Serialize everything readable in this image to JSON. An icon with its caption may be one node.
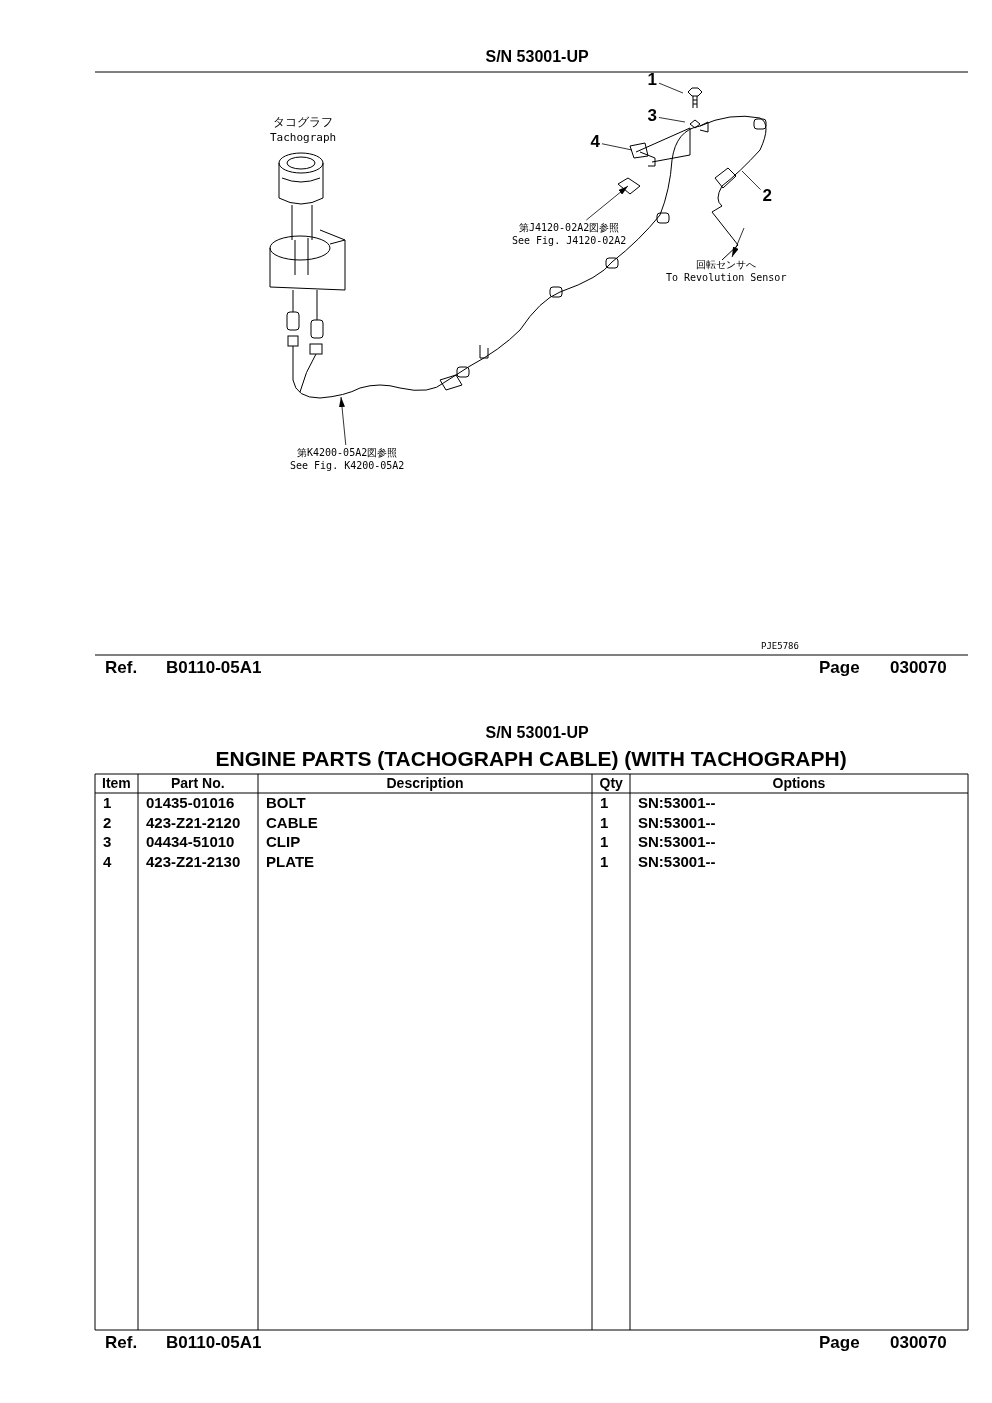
{
  "diagram": {
    "nodes": [
      {
        "text": [
          "1"
        ]
      },
      {
        "text": [
          "3"
        ]
      },
      {
        "text": [
          "4"
        ]
      },
      {
        "text": [
          "2"
        ]
      },
      {
        "text": [
          "第J4120-02A2図参照",
          "See Fig. J4120-02A2"
        ]
      },
      {
        "text": [
          "回転センサへ",
          "To Revolution Sensor"
        ]
      },
      {
        "text": [
          "第K4200-05A2図参照",
          "See Fig. K4200-05A2"
        ]
      }
    ],
    "edges": [
      {
        "from": 0,
        "to": null,
        "arrow": "none"
      },
      {
        "from": 1,
        "to": null,
        "arrow": "none"
      },
      {
        "from": 2,
        "to": null,
        "arrow": "none"
      },
      {
        "from": 3,
        "to": null,
        "arrow": "none"
      },
      {
        "from": 4,
        "to": null,
        "arrow": "to"
      },
      {
        "from": null,
        "to": 5,
        "arrow": "to"
      },
      {
        "from": 6,
        "to": null,
        "arrow": "to"
      }
    ],
    "labels": [
      "S/N 53001-UP",
      "タコグラフ",
      "Tachograph",
      "PJE5786",
      "Ref.",
      "B0110-05A1",
      "Page",
      "030070",
      "S/N 53001-UP",
      "ENGINE PARTS (TACHOGRAPH CABLE) (WITH TACHOGRAPH)",
      "Item",
      "Part No.",
      "Description",
      "Qty",
      "Options",
      "1",
      "01435-01016",
      "BOLT",
      "1",
      "SN:53001--",
      "2",
      "423-Z21-2120",
      "CABLE",
      "1",
      "SN:53001--",
      "3",
      "04434-51010",
      "CLIP",
      "1",
      "SN:53001--",
      "4",
      "423-Z21-2130",
      "PLATE",
      "1",
      "SN:53001--",
      "Ref.",
      "B0110-05A1",
      "Page",
      "030070"
    ]
  }
}
